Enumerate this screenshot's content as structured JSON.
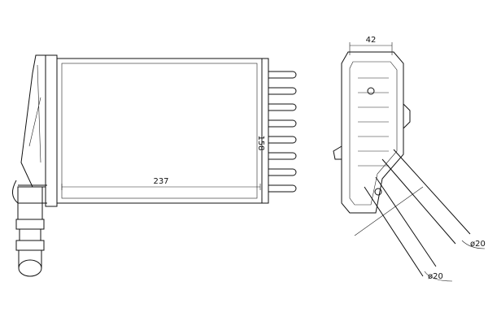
{
  "dimensions": {
    "width": "237",
    "height": "158",
    "depth": "42",
    "pipe_diameter_1": "ø20",
    "pipe_diameter_2": "ø20"
  },
  "colors": {
    "line": "#111111",
    "background": "#ffffff"
  }
}
